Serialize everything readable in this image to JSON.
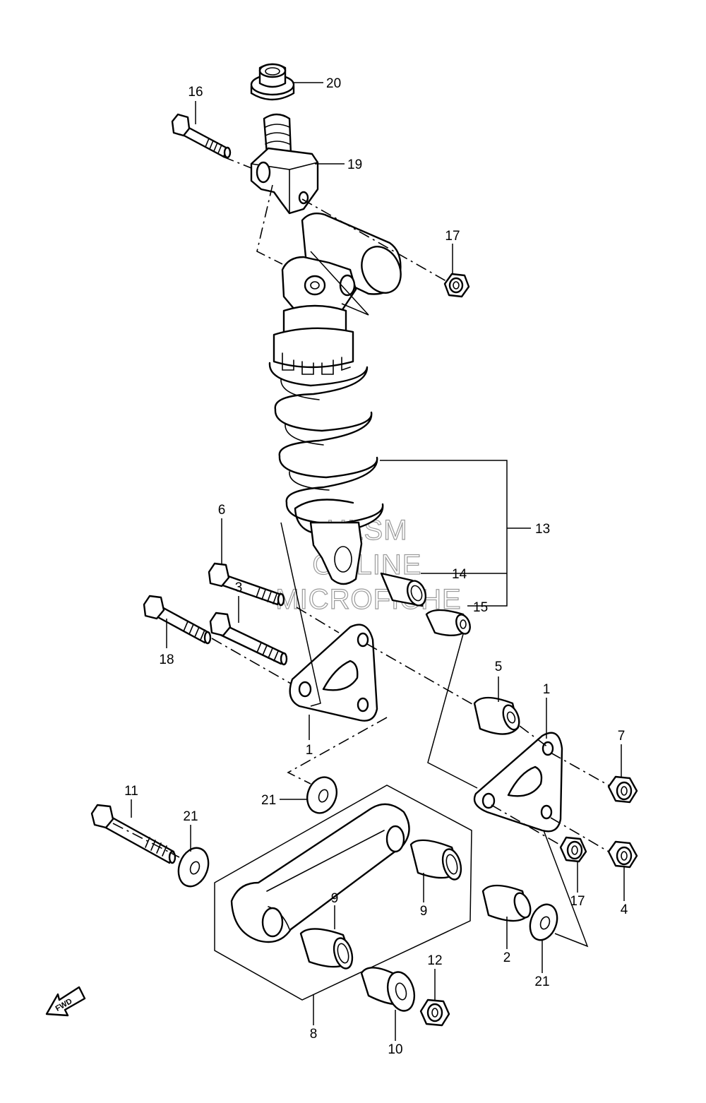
{
  "watermark": {
    "line1": "HLSM",
    "line2": "ONLINE",
    "line3": "MICROFICHE"
  },
  "direction_badge": {
    "label": "FWD"
  },
  "labels": {
    "p20": "20",
    "p16": "16",
    "p19": "19",
    "p17a": "17",
    "p13": "13",
    "p6": "6",
    "p14": "14",
    "p15": "15",
    "p3": "3",
    "p18": "18",
    "p5": "5",
    "p1a": "1",
    "p1b": "1",
    "p7": "7",
    "p21a": "21",
    "p11": "11",
    "p21b": "21",
    "p17b": "17",
    "p4": "4",
    "p9a": "9",
    "p9b": "9",
    "p2": "2",
    "p12": "12",
    "p21c": "21",
    "p8": "8",
    "p10": "10"
  }
}
